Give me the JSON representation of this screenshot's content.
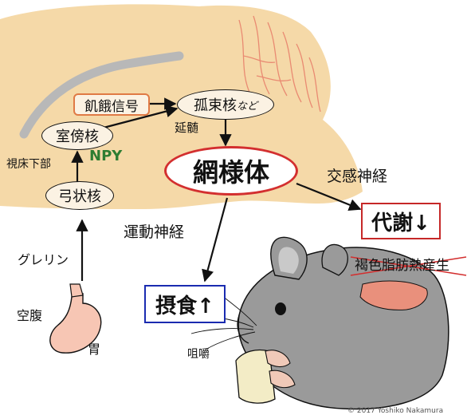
{
  "nodes": {
    "hunger_signal": "飢餓信号",
    "paraventricular": "室傍核",
    "arcuate": "弓状核",
    "solitary_main": "孤束核",
    "solitary_suffix": "など",
    "reticular": "網様体",
    "metabolism": "代謝↓",
    "intake": "摂食↑"
  },
  "labels": {
    "hypothalamus": "視床下部",
    "npy": "NPY",
    "medulla": "延髄",
    "sympathetic": "交感神経",
    "motor": "運動神経",
    "ghrelin": "グレリン",
    "fasting": "空腹",
    "stomach": "胃",
    "brown_fat": "褐色脂肪熱産生",
    "chewing": "咀嚼",
    "copyright": "© 2017 Yoshiko Nakamura"
  },
  "colors": {
    "brain_fill": "#f5d9a8",
    "vessel": "#e98a72",
    "ventricle": "#b8b8b8",
    "npy_green": "#2e7d32",
    "reticular_red": "#d32f2f",
    "metabolism_red": "#c62828",
    "intake_blue": "#1a2bb0",
    "stomach_fill": "#f7c6b4",
    "rat_gray": "#9a9a9a",
    "brown_fat_pink": "#e9907c"
  }
}
